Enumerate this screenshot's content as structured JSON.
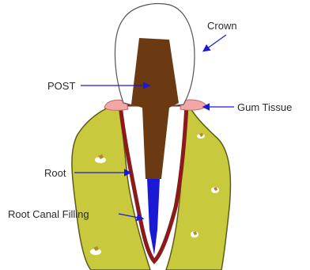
{
  "labels": {
    "crown": "Crown",
    "post": "POST",
    "gum_tissue": "Gum Tissue",
    "root": "Root",
    "root_canal_filling": "Root Canal Filling"
  },
  "colors": {
    "bone": "#c8c93d",
    "bone_edge": "#5c5d1a",
    "gum": "#f2a6a6",
    "post": "#6b3a12",
    "root_edge": "#8b1a1a",
    "filling": "#1a1ad6",
    "arrow": "#1a1ad6",
    "crown_fill": "#ffffff",
    "crown_edge": "#555555"
  }
}
